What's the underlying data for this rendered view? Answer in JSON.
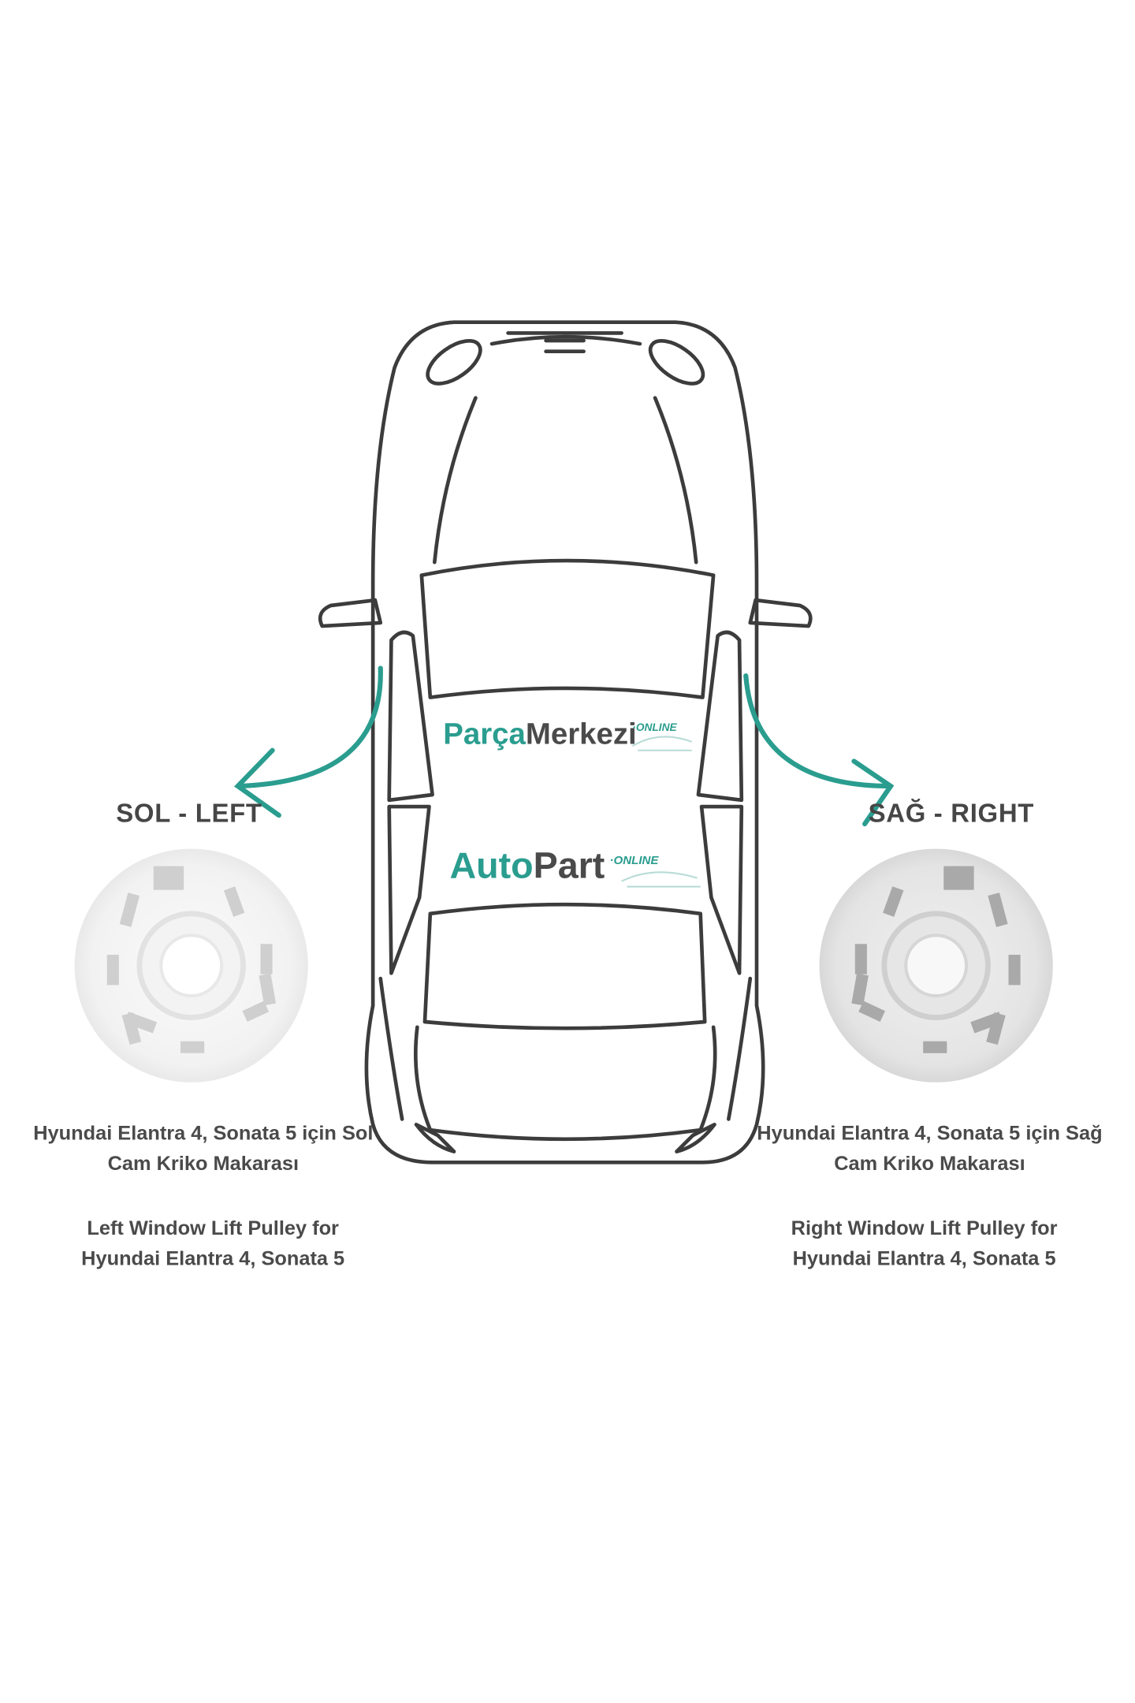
{
  "labels": {
    "left": "SOL - LEFT",
    "right": "SAĞ - RIGHT"
  },
  "logos": {
    "parca": {
      "part1": "Parça",
      "part2": "Merkezi",
      "suffix": "·ONLINE"
    },
    "autopart": {
      "part1": "Auto",
      "part2": "Part",
      "suffix": "·ONLINE"
    }
  },
  "captions": {
    "left": {
      "tr_line1": "Hyundai Elantra 4, Sonata 5 için Sol",
      "tr_line2": "Cam Kriko Makarası",
      "en_line1": "Left Window Lift Pulley for",
      "en_line2": "Hyundai Elantra 4, Sonata 5"
    },
    "right": {
      "tr_line1": "Hyundai Elantra 4, Sonata 5 için Sağ",
      "tr_line2": "Cam Kriko Makarası",
      "en_line1": "Right Window Lift Pulley for",
      "en_line2": "Hyundai Elantra 4, Sonata 5"
    }
  },
  "colors": {
    "accent": "#2a9d8f",
    "text": "#464646",
    "outline": "#3c3c3c"
  }
}
